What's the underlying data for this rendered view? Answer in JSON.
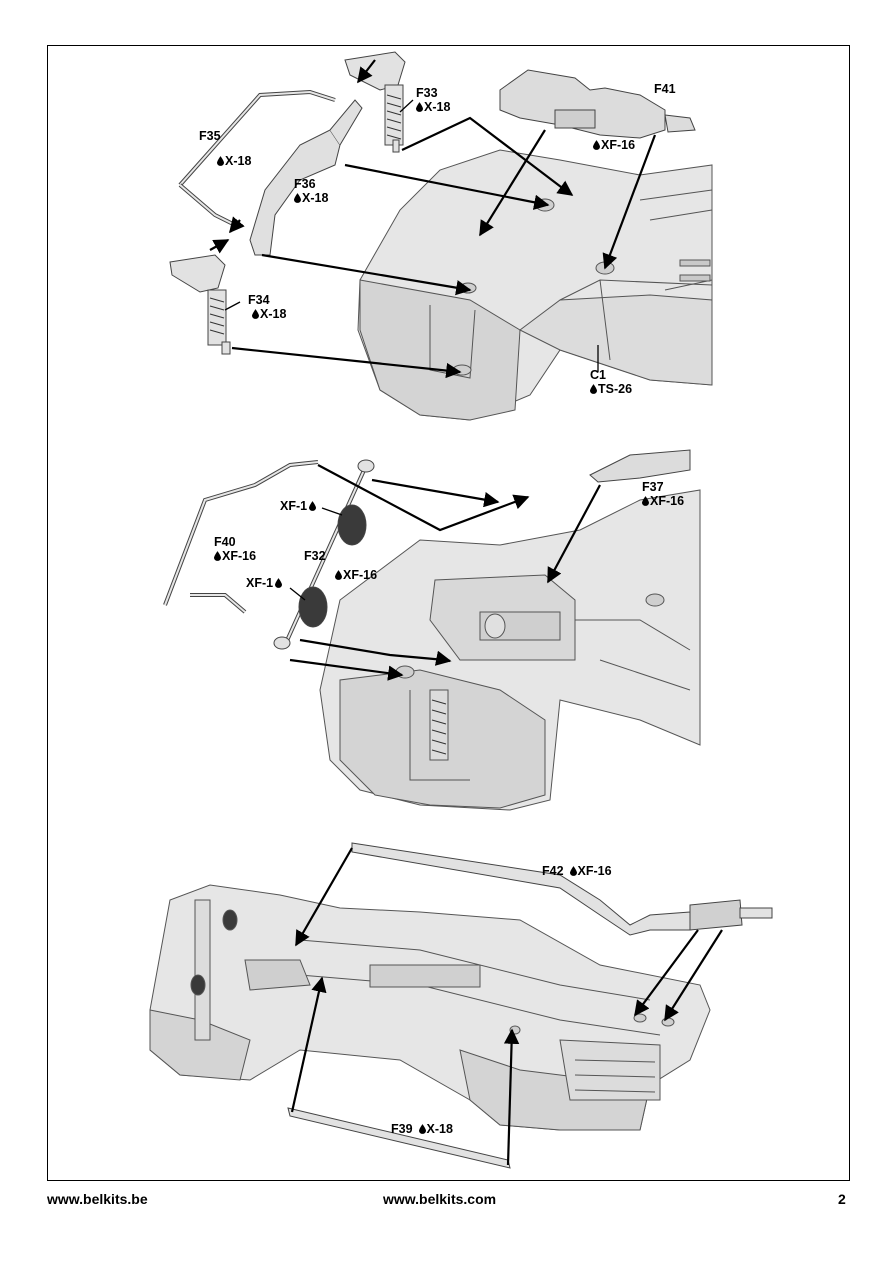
{
  "page": {
    "number": "2",
    "footer_left": "www.belkits.be",
    "footer_center": "www.belkits.com"
  },
  "colors": {
    "part_fill": "#e6e6e6",
    "part_shade": "#c9c9c9",
    "line": "#000000",
    "drop": "#000000"
  },
  "icons": {
    "paint_drop": "paint-drop-icon"
  },
  "steps": [
    {
      "callouts": [
        {
          "id": "F33",
          "paint": "X-18"
        },
        {
          "id": "F41",
          "paint": "XF-16"
        },
        {
          "id": "F35",
          "paint": "X-18"
        },
        {
          "id": "F36",
          "paint": "X-18"
        },
        {
          "id": "F34",
          "paint": "X-18"
        },
        {
          "id": "C1",
          "paint": "TS-26"
        }
      ]
    },
    {
      "callouts": [
        {
          "id": "F37",
          "paint": "XF-16"
        },
        {
          "id": "F40",
          "paint": "XF-16"
        },
        {
          "id": "F32",
          "paint": "XF-16"
        }
      ],
      "spring_labels": [
        "XF-1",
        "XF-1"
      ]
    },
    {
      "callouts": [
        {
          "id": "F42",
          "paint": "XF-16"
        },
        {
          "id": "F39",
          "paint": "X-18"
        }
      ]
    }
  ]
}
